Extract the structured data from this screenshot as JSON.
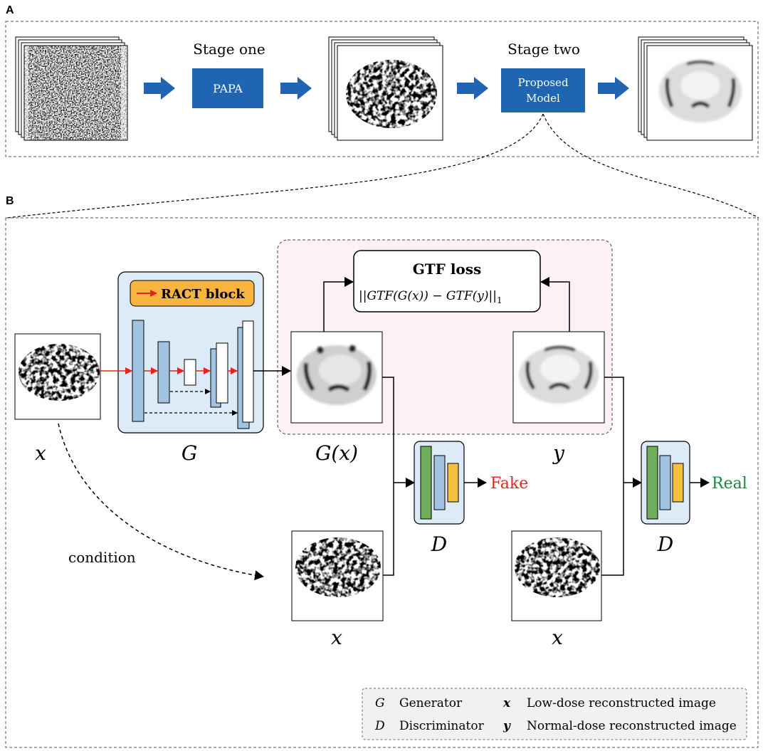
{
  "panel_a": {
    "label": "A",
    "stage_one": "Stage one",
    "stage_two": "Stage two",
    "papa": "PAPA",
    "proposed_line1": "Proposed",
    "proposed_line2": "Model"
  },
  "panel_b": {
    "label": "B",
    "ract_block": "RACT block",
    "gtf_title": "GTF loss",
    "gtf_formula": "||GTF(G(x)) − GTF(y)||",
    "gtf_subscript": "1",
    "labels": {
      "x_input": "x",
      "g": "G",
      "gx": "G(x)",
      "y": "y",
      "d_fake": "D",
      "d_real": "D",
      "x_cond_fake": "x",
      "x_cond_real": "x",
      "fake": "Fake",
      "real": "Real",
      "condition": "condition"
    }
  },
  "legend": {
    "g_sym": "G",
    "g_text": "Generator",
    "d_sym": "D",
    "d_text": "Discriminator",
    "x_sym": "x",
    "x_text": "Low-dose reconstructed image",
    "y_sym": "y",
    "y_text": "Normal-dose reconstructed image"
  },
  "colors": {
    "block_blue": "#1f65b1",
    "fake_red": "#e8231f",
    "real_green": "#0e8a3a",
    "ract_orange": "#f7b540",
    "gen_bg": "#ddebf8",
    "loss_bg": "#fdf1f4",
    "layer_blue": "#9fc3e0",
    "layer_green": "#6fae5a",
    "layer_yellow": "#f4c042"
  }
}
